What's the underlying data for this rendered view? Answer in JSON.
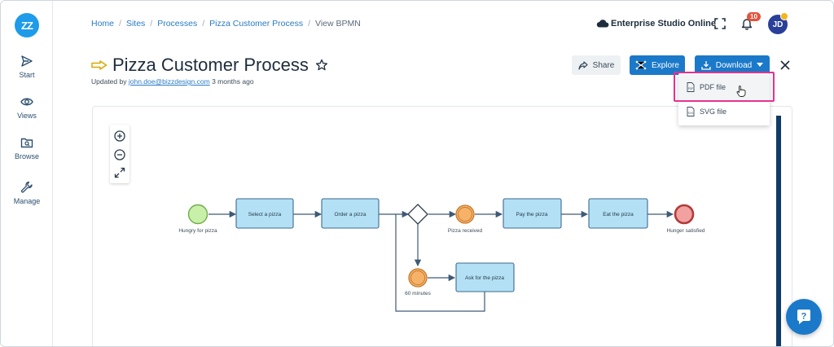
{
  "app": {
    "logo_text": "ZZ"
  },
  "rail": {
    "items": [
      {
        "label": "Start",
        "icon": "send-icon"
      },
      {
        "label": "Views",
        "icon": "eye-icon"
      },
      {
        "label": "Browse",
        "icon": "folder-search-icon"
      },
      {
        "label": "Manage",
        "icon": "wrench-icon"
      }
    ]
  },
  "breadcrumb": [
    "Home",
    "Sites",
    "Processes",
    "Pizza Customer Process",
    "View BPMN"
  ],
  "header": {
    "studio_name": "Enterprise Studio Online",
    "notification_count": "10",
    "avatar_initials": "JD"
  },
  "page": {
    "title": "Pizza Customer Process",
    "updated_prefix": "Updated by",
    "updated_by": "john.doe@bizzdesign.com",
    "updated_when": "3 months ago"
  },
  "actions": {
    "share": "Share",
    "explore": "Explore",
    "download": "Download"
  },
  "download_menu": {
    "items": [
      "PDF file",
      "SVG file"
    ],
    "highlighted": "PDF file"
  },
  "diagram": {
    "start_event": "Hungry for pizza",
    "tasks": [
      "Select a pizza",
      "Order a pizza",
      "Pay the pizza",
      "Eat the pizza",
      "Ask for the pizza"
    ],
    "intermediate_events": [
      "Pizza received",
      "60 minutes"
    ],
    "end_event": "Hunger satisfied"
  },
  "colors": {
    "accent": "#1b79c9",
    "task_fill": "#b3e0f5",
    "start_fill": "#c8f0a8",
    "intermediate_fill": "#f7b26a",
    "end_fill": "#f2a1a1",
    "highlight": "#e8308f"
  }
}
